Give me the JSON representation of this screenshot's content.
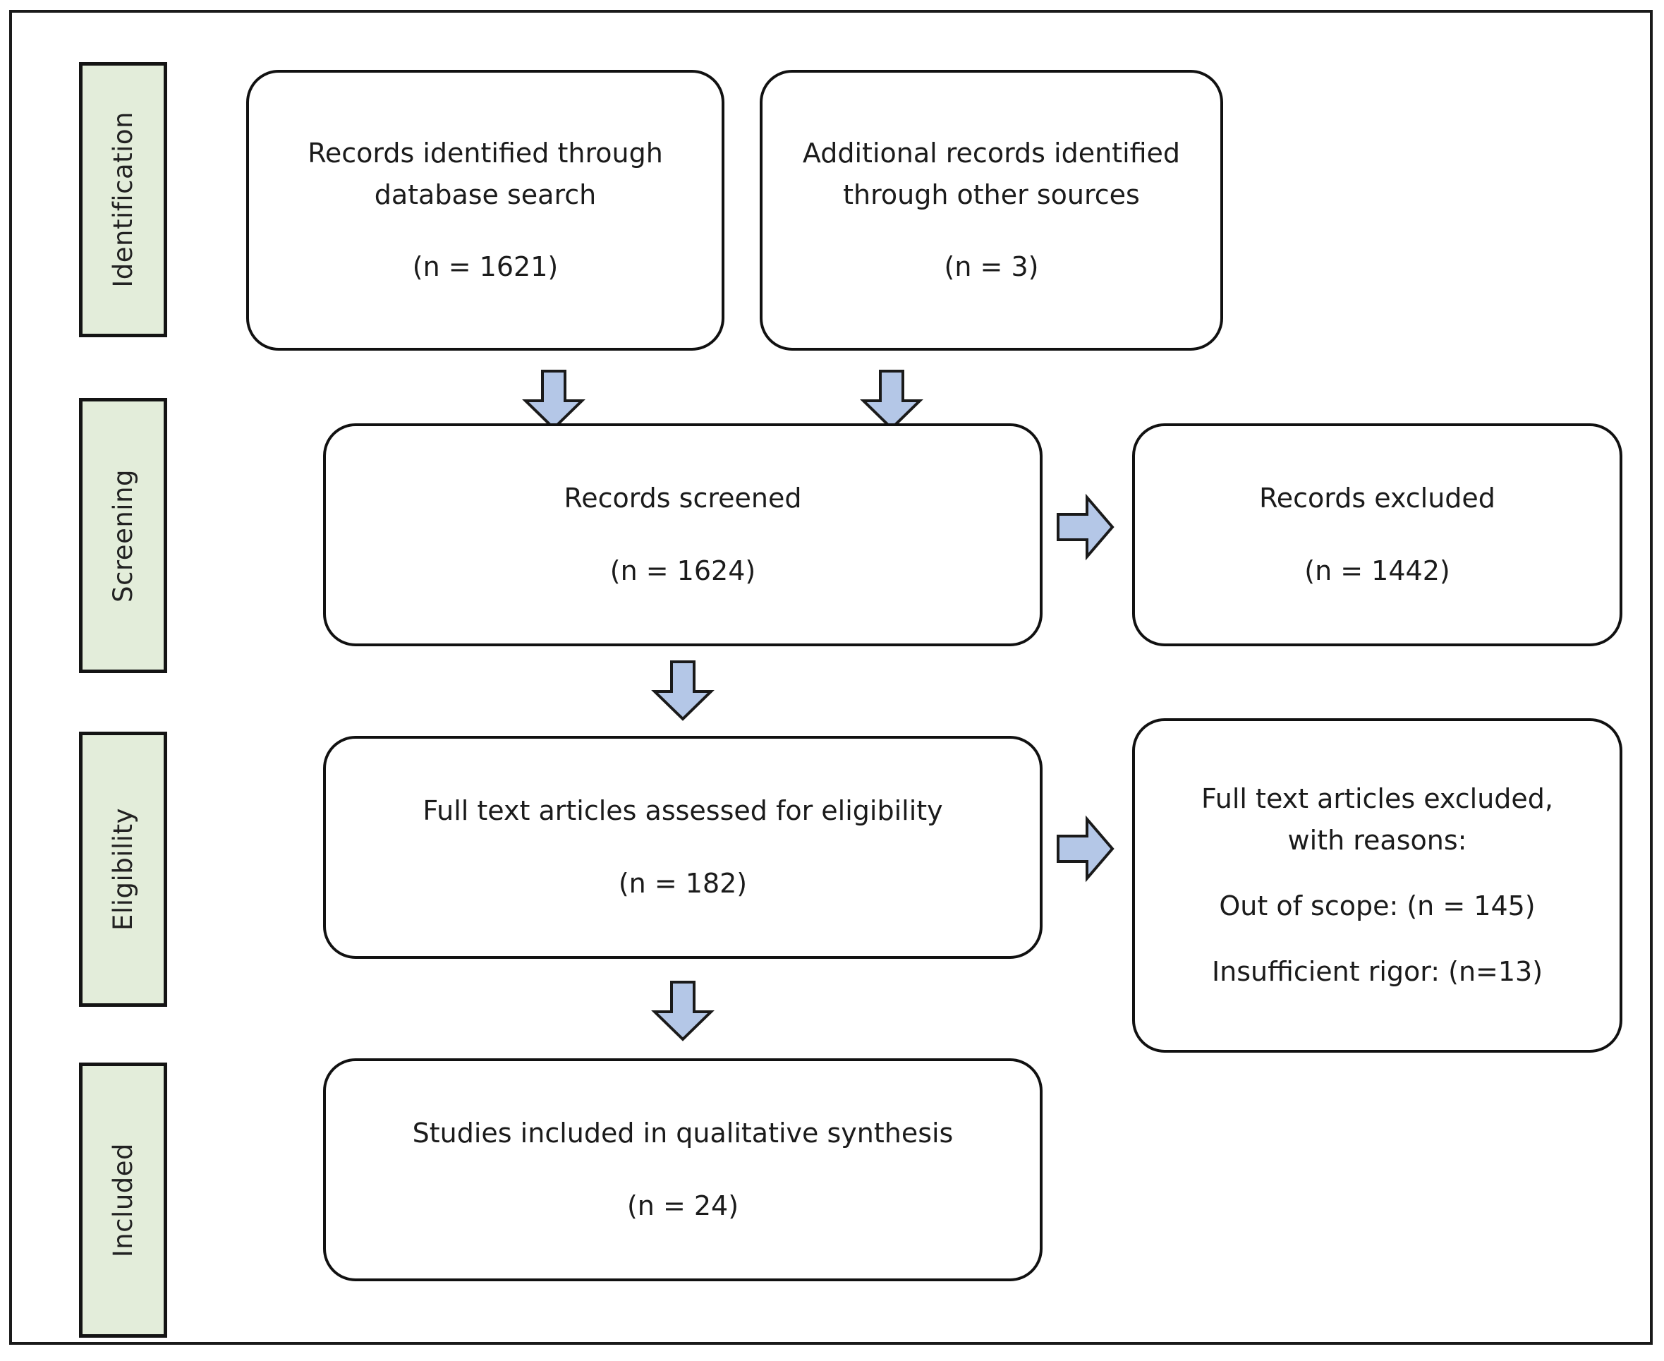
{
  "diagram": {
    "title": "PRISMA flow diagram",
    "colors": {
      "stage_fill": "#e3edda",
      "stage_border": "#141414",
      "node_border": "#111111",
      "node_fill": "#ffffff",
      "arrow_fill": "#b4c7e7",
      "arrow_border": "#1a1a1a",
      "frame_border": "#1a1a1a",
      "text": "#1b1b1b"
    },
    "stages": [
      {
        "id": "identification",
        "label": "Identification"
      },
      {
        "id": "screening",
        "label": "Screening"
      },
      {
        "id": "eligibility",
        "label": "Eligibility"
      },
      {
        "id": "included",
        "label": "Included"
      }
    ],
    "nodes": {
      "records_database": {
        "line1": "Records identified through",
        "line2": "database search",
        "count": "(n = 1621)"
      },
      "records_other": {
        "line1": "Additional records identified",
        "line2": "through other sources",
        "count": "(n = 3)"
      },
      "records_screened": {
        "line1": "Records screened",
        "count": "(n = 1624)"
      },
      "records_excluded": {
        "line1": "Records excluded",
        "count": "(n = 1442)"
      },
      "fulltext_assessed": {
        "line1": "Full text articles  assessed for eligibility",
        "count": "(n = 182)"
      },
      "fulltext_excluded": {
        "line1": "Full text articles  excluded,",
        "line2": "with reasons:",
        "reason1": "Out of scope: (n = 145)",
        "reason2": "Insufficient rigor: (n=13)"
      },
      "studies_included": {
        "line1": "Studies included in qualitative synthesis",
        "count": "(n = 24)"
      }
    },
    "arrows": [
      {
        "id": "db-to-screened",
        "direction": "down"
      },
      {
        "id": "other-to-screened",
        "direction": "down"
      },
      {
        "id": "screened-to-excluded",
        "direction": "right"
      },
      {
        "id": "screened-to-fulltext",
        "direction": "down"
      },
      {
        "id": "fulltext-to-excluded",
        "direction": "right"
      },
      {
        "id": "fulltext-to-included",
        "direction": "down"
      }
    ]
  }
}
